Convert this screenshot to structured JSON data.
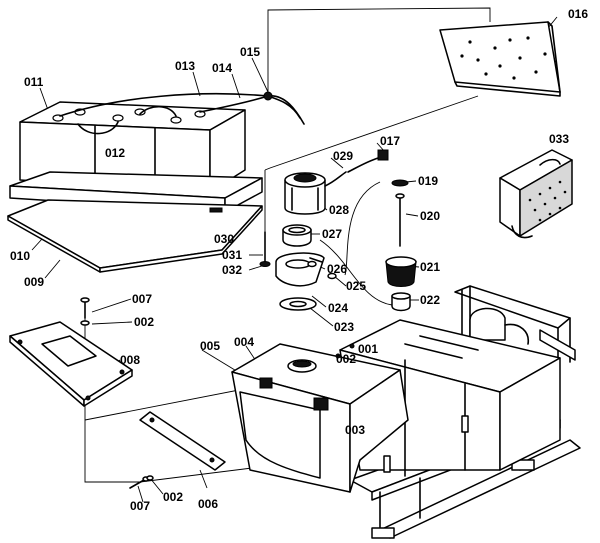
{
  "parts": {
    "p001": "001",
    "p002a": "002",
    "p002b": "002",
    "p002c": "002",
    "p003": "003",
    "p004": "004",
    "p005": "005",
    "p006": "006",
    "p007a": "007",
    "p007b": "007",
    "p008": "008",
    "p009": "009",
    "p010": "010",
    "p011": "011",
    "p012": "012",
    "p013": "013",
    "p014": "014",
    "p015": "015",
    "p016": "016",
    "p017": "017",
    "p019": "019",
    "p020": "020",
    "p021": "021",
    "p022": "022",
    "p023": "023",
    "p024": "024",
    "p025": "025",
    "p026": "026",
    "p027": "027",
    "p028": "028",
    "p029": "029",
    "p030": "030",
    "p031": "031",
    "p032": "032",
    "p033": "033"
  }
}
